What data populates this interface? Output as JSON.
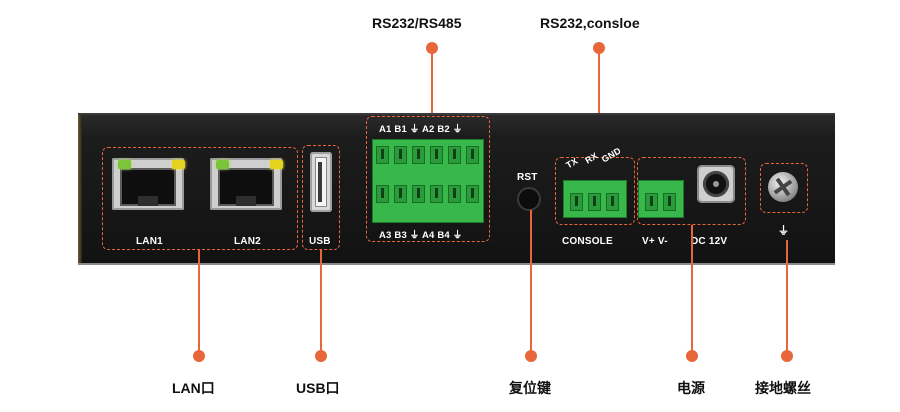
{
  "callouts_top": {
    "rs232_rs485": "RS232/RS485",
    "rs232_console": "RS232,consloe"
  },
  "callouts_bottom": {
    "lan": "LAN口",
    "usb": "USB口",
    "reset": "复位键",
    "power": "电源",
    "ground": "接地螺丝"
  },
  "panel": {
    "lan1": "LAN1",
    "lan2": "LAN2",
    "usb": "USB",
    "terminal_top": "A1 B1 ⏚ A2 B2 ⏚",
    "terminal_bottom": "A3 B3 ⏚ A4 B4 ⏚",
    "rst": "RST",
    "console": "CONSOLE",
    "tx": "TX",
    "rx": "RX",
    "gnd": "GND",
    "vplus_vminus": "V+  V-",
    "dc": "DC 12V",
    "ground_symbol": "⏚"
  },
  "colors": {
    "accent": "#e8673a",
    "terminal_green": "#38b84a",
    "panel_black": "#171717"
  }
}
